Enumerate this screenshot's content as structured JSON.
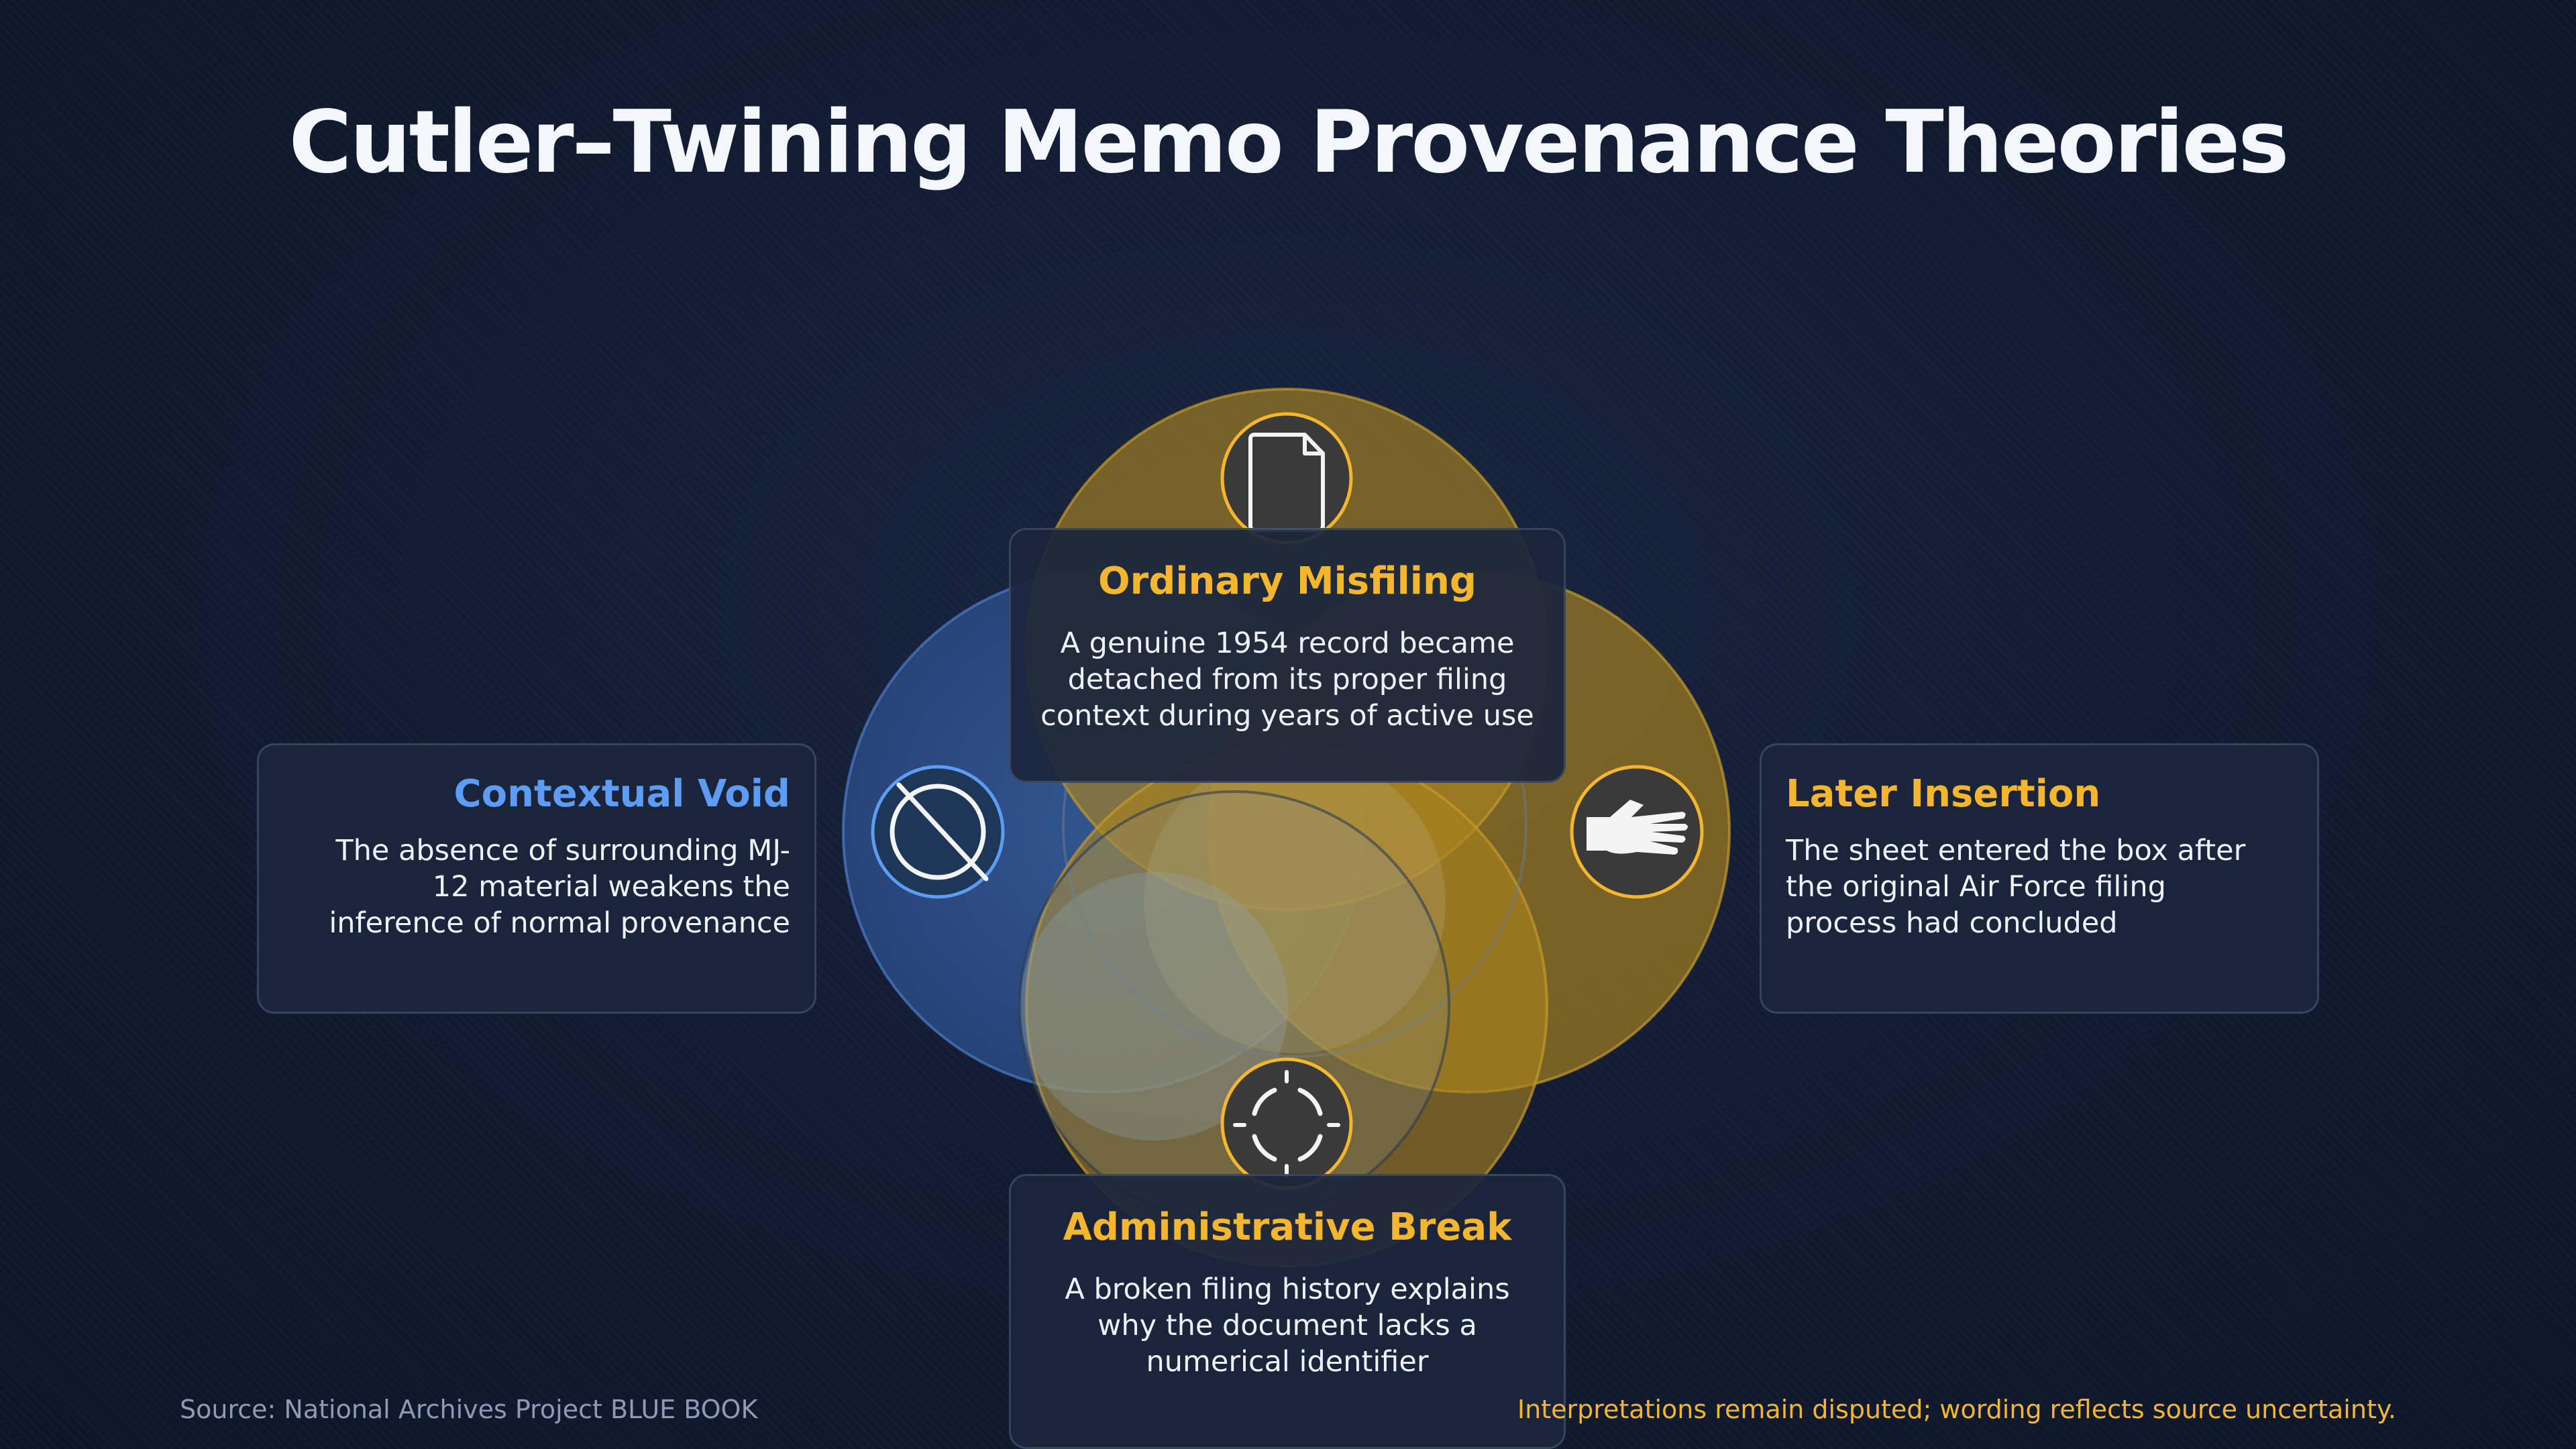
{
  "title": "Cutler–Twining Memo Provenance Theories",
  "colors": {
    "accent_gold": "#f4b62e",
    "accent_blue": "#5c9cf2",
    "background": "#121c32",
    "card": "#1b263c"
  },
  "theories": {
    "top": {
      "heading": "Ordinary Misfiling",
      "body": "A genuine 1954 record became detached from its proper filing context during years of active use",
      "icon": "document-icon",
      "color": "#f4b62e"
    },
    "left": {
      "heading": "Contextual Void",
      "body": "The absence of surrounding MJ-12 material weakens the inference of normal provenance",
      "icon": "prohibited-icon",
      "color": "#5c9cf2"
    },
    "right": {
      "heading": "Later Insertion",
      "body": "The sheet entered the box after the original Air Force filing process had concluded",
      "icon": "hand-insert-icon",
      "color": "#f4b62e"
    },
    "bottom": {
      "heading": "Administrative Break",
      "body": "A broken filing history explains why the document lacks a numerical identifier",
      "icon": "broken-ring-icon",
      "color": "#f4b62e"
    }
  },
  "footer": {
    "source": "Source: National Archives Project BLUE BOOK",
    "note": "Interpretations remain disputed; wording reflects source uncertainty."
  }
}
